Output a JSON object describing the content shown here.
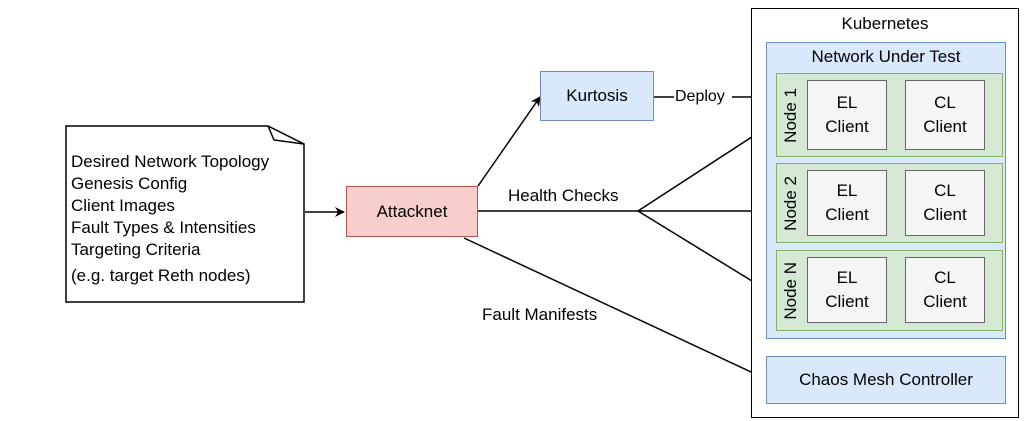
{
  "kubernetes": {
    "title": "Kubernetes"
  },
  "network": {
    "title": "Network Under Test"
  },
  "nodes": [
    {
      "label": "Node 1",
      "el_label": "EL Client",
      "cl_label": "CL Client"
    },
    {
      "label": "Node 2",
      "el_label": "EL Client",
      "cl_label": "CL Client"
    },
    {
      "label": "Node N",
      "el_label": "EL Client",
      "cl_label": "CL Client"
    }
  ],
  "chaos_mesh": {
    "label": "Chaos Mesh Controller"
  },
  "kurtosis": {
    "label": "Kurtosis"
  },
  "attacknet": {
    "label": "Attacknet"
  },
  "document": {
    "lines": [
      "Desired Network Topology",
      "Genesis Config",
      "Client Images",
      "Fault Types & Intensities",
      "Targeting Criteria",
      "(e.g. target Reth nodes)"
    ]
  },
  "edges": {
    "deploy": "Deploy",
    "health_checks": "Health Checks",
    "fault_manifests": "Fault Manifests"
  },
  "colors": {
    "blue_fill": "#dae8fc",
    "green_fill": "#d5e8d4",
    "red_fill": "#f8cecc",
    "grey_fill": "#f5f5f5"
  }
}
